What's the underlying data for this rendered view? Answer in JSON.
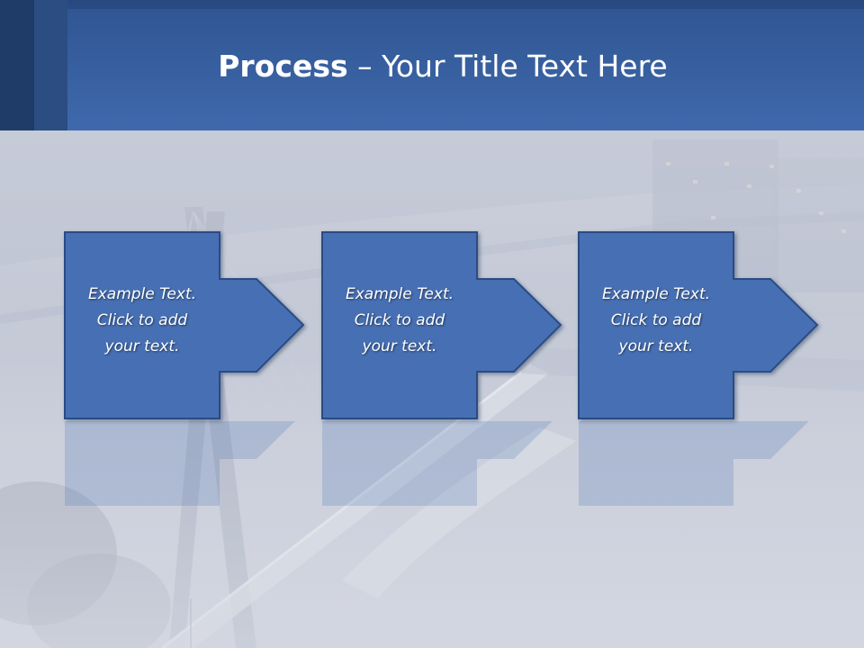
{
  "slide": {
    "title_bold": "Process",
    "title_rest": " – Your Title Text Here"
  },
  "steps": [
    {
      "text": "Example Text.\nClick  to add\nyour text."
    },
    {
      "text": "Example Text.\nClick  to add\nyour text."
    },
    {
      "text": "Example Text.\nClick  to add\nyour text."
    }
  ],
  "colors": {
    "header_blue": "#3f69ad",
    "box_fill": "#4670b4",
    "box_border": "#2b4c85"
  }
}
